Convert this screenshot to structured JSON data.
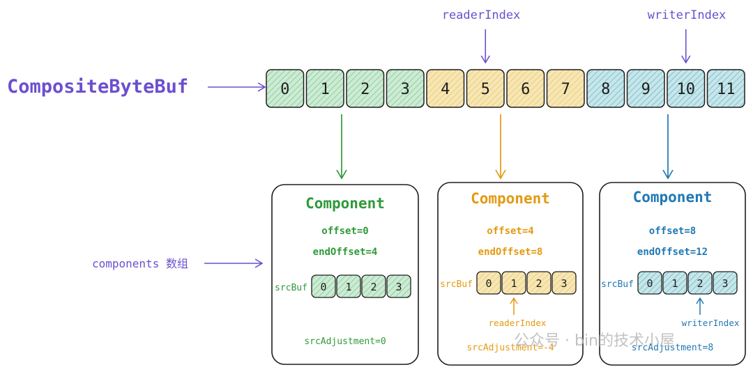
{
  "main_buffer": {
    "label": "CompositeByteBuf",
    "reader_index_label": "readerIndex",
    "writer_index_label": "writerIndex",
    "reader_index": 5,
    "writer_index": 10,
    "cells": [
      {
        "value": "0",
        "group": 0
      },
      {
        "value": "1",
        "group": 0
      },
      {
        "value": "2",
        "group": 0
      },
      {
        "value": "3",
        "group": 0
      },
      {
        "value": "4",
        "group": 1
      },
      {
        "value": "5",
        "group": 1
      },
      {
        "value": "6",
        "group": 1
      },
      {
        "value": "7",
        "group": 1
      },
      {
        "value": "8",
        "group": 2
      },
      {
        "value": "9",
        "group": 2
      },
      {
        "value": "10",
        "group": 2
      },
      {
        "value": "11",
        "group": 2
      }
    ]
  },
  "components_label": "components 数组",
  "components": [
    {
      "title": "Component",
      "offset": "offset=0",
      "end_offset": "endOffset=4",
      "src_buf_label": "srcBuf",
      "cells": [
        "0",
        "1",
        "2",
        "3"
      ],
      "src_adjustment": "srcAdjustment=0",
      "index_label": "",
      "index_pointer": null,
      "stroke": "#2f9a3a",
      "fill": "#cdebd4",
      "hatch": "#7cc98e"
    },
    {
      "title": "Component",
      "offset": "offset=4",
      "end_offset": "endOffset=8",
      "src_buf_label": "srcBuf",
      "cells": [
        "0",
        "1",
        "2",
        "3"
      ],
      "src_adjustment": "srcAdjustment=-4",
      "index_label": "readerIndex",
      "index_pointer": 1,
      "stroke": "#e39a12",
      "fill": "#f7e6b5",
      "hatch": "#e7c96a"
    },
    {
      "title": "Component",
      "offset": "offset=8",
      "end_offset": "endOffset=12",
      "src_buf_label": "srcBuf",
      "cells": [
        "0",
        "1",
        "2",
        "3"
      ],
      "src_adjustment": "srcAdjustment=8",
      "index_label": "writerIndex",
      "index_pointer": 2,
      "stroke": "#1f78b4",
      "fill": "#c7e6ea",
      "hatch": "#6fb9c6"
    }
  ],
  "watermark": "公众号 · bin的技术小屋",
  "colors": {
    "purple": "#6c4fd0",
    "cell_stroke": "#1e1e1e"
  }
}
